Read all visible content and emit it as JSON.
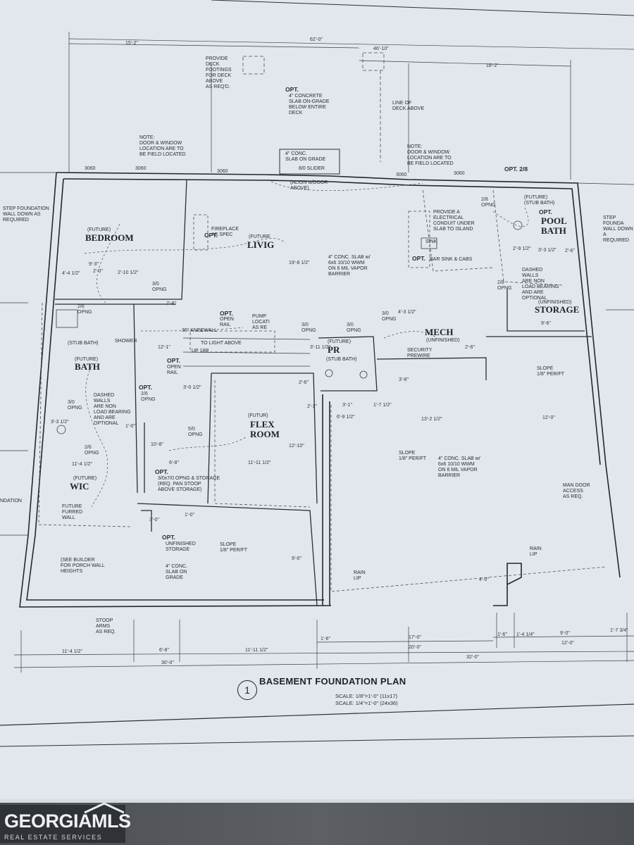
{
  "title": {
    "number": "1",
    "text": "BASEMENT FOUNDATION PLAN",
    "scale_lines": "SCALE: 1/8\"=1'-0\" (11x17)\nSCALE: 1/4\"=1'-0\" (24x36)"
  },
  "rooms": {
    "bedroom_future": "(FUTURE)",
    "bedroom": "BEDROOM",
    "living_future": "(FUTURE",
    "living": "LIVIG",
    "pool_future": "(FUTURE)\n(STUB BATH)",
    "pool_opt": "OPT.",
    "pool_bath": "POOL\nBATH",
    "storage_unf": "(UNFINISHED)",
    "storage": "STORAGE",
    "mech": "MECH",
    "mech_unf": "(UNFINISHED)",
    "bath_stub": "(STUB BATH)",
    "bath_future": "(FUTURE)",
    "bath": "BATH",
    "pr_future": "(FUTURE)",
    "pr": "PR",
    "pr_stub": "(STUB BATH)",
    "flex_future": "(FUTUR)",
    "flex": "FLEX\nROOM",
    "wic_future": "(FUTURE)",
    "wic": "WIC"
  },
  "notes": {
    "deck_footings": "PROVIDE\nDECK\nFOOTINGS\nFOR DECK\nABOVE\nAS REQ'D.",
    "slab_opt": "OPT.",
    "slab": "4\" CONCRETE\nSLAB ON-GRADE\nBELOW ENTIRE\nDECK",
    "line_deck": "LINE OF\nDECK ABOVE",
    "note_left": "NOTE:\nDOOR & WINDOW\nLOCATION ARE TO\nBE FIELD LOCATED",
    "note_right": "NOTE:\nDOOR & WINDOW\nLOCATION ARE TO\nBE FIELD LOCATED",
    "conc_grade": "4\" CONC.\nSLAB ON GRADE",
    "slider": "8/0 SLIDER",
    "align": "(ALIGN w/DOOR\nABOVE)",
    "conduit": "PROVIDE A\nELECTRICAL\nCONDUIT UNDER\nSLAB TO ISLAND",
    "sink": "SINK",
    "bar_opt": "OPT.",
    "bar": "BAR SINK & CABS",
    "slab_living": "4\" CONC. SLAB w/\n6x6 10/10 WWM\nON 6 MIL VAPOR\nBARRIER",
    "fireplace_opt": "OPT.",
    "fireplace": "FIREPLACE\nAS SPEC",
    "step_left": "STEP FOUNDATION\nWALL DOWN AS\nREQUIRED",
    "step_right": "STEP FOUNDA\nWALL DOWN A\nREQUIRED",
    "dashed_right": "DASHED\nWALLS\nARE NON\nLOAD BEARING\nAND ARE\nOPTIONAL",
    "dashed_left": "DASHED\nWALLS\nARE NON\nLOAD BEARING\nAND ARE\nOPTIONAL",
    "kneewall": "36\" KNEEWALL",
    "rail_opt": "OPT.",
    "rail": "OPEN\nRAIL",
    "rail2_opt": "OPT.",
    "rail2": "OPEN\nRAIL",
    "pump": "PUMP\nLOCATI\nAS RE",
    "to_light": "TO LIGHT ABOVE",
    "up18": "UP 18R",
    "shower": "SHOWER",
    "security": "SECURITY\nPREWIRE",
    "opt_26": "OPT.",
    "garage_slab": "4\" CONC. SLAB w/\n6x6 10/10 WWM\nON 6 MIL VAPOR\nBARRIER",
    "slope_garage": "SLOPE\n1/8\" PER/FT",
    "slope_right": "SLOPE\n1/8\" PER/FT",
    "slope_storage": "SLOPE\n1/8\" PER/FT",
    "opng_storage_opt": "OPT.",
    "opng_storage": "3/0x7/0 OPNG & STORAGE\n(REQ. PAN STOOP\nABOVE STORAGE)",
    "future_furred": "FUTURE\nFURRED\nWALL",
    "unf_storage_opt": "OPT.",
    "unf_storage": "UNFINISHED\nSTORAGE",
    "unf_slab": "4\" CONC.\nSLAB ON\nGRADE",
    "porch": "(SEE BUILDER\nFOR PORCH WALL\nHEIGHTS",
    "stoop": "STOOP\nARMS\nAS REQ.",
    "rain_lip1": "RAIN\nLIP",
    "rain_lip2": "RAIN\nLIP",
    "man_door": "MAN DOOR\nACCESS\nAS REQ.",
    "foundation": "NDATION"
  },
  "dims": {
    "d1": "15'-2\"",
    "d2": "62'-0\"",
    "d3": "46'-10\"",
    "d4": "18'-2\"",
    "d5": "3060",
    "d6": "3060",
    "d7": "3060",
    "d8": "3060",
    "d9": "3060",
    "d10": "OPT. 2/8",
    "d11": "4'-4 1/2\"",
    "d12": "9'-3\"",
    "d13": "2'-0\"",
    "d14": "2'-10 1/2\"",
    "d15": "3/0\nOPNG",
    "d16": "2/6\nOPNG",
    "d17": "2/8\nOPNG",
    "d18": "2/8\nOPNG",
    "d19": "3/0\nOPNG",
    "d20": "3/0\nOPNG",
    "d21": "3/0\nOPNG",
    "d22": "9'-6\"",
    "d23": "19'-8 1/2\"",
    "d24": "3'-0 1/2\"",
    "d25": "5/0\nOPNG",
    "d26": "6'-8\"",
    "d27": "11'-11 1/2\"",
    "d28": "11'-4 1/2\"",
    "d29": "3'-3 1/2\"",
    "d30": "3/0\nOPNG",
    "d31": "2/6\nOPNG",
    "d32": "1'-0\"",
    "d33": "6'-9 1/2\"",
    "d34": "3'-1\"",
    "d35": "1'-7 1/2\"",
    "d36": "13'-2 1/2\"",
    "d37": "12'-0\"",
    "d38": "2'-1\"",
    "d39": "12'-10\"",
    "d40": "9'-0\"",
    "d41": "3'-0\"",
    "d42": "10'-8\"",
    "d43": "11'-4 1/2\"",
    "d44": "6'-8\"",
    "d45": "11'-11 1/2\"",
    "d46": "1'-6\"",
    "d47": "17'-0\"",
    "d48": "20'-0\"",
    "d49": "1'-6\"",
    "d50": "1'-4 1/4\"",
    "d51": "9'-0\"",
    "d52": "12'-0\"",
    "d53": "30'-0\"",
    "d54": "32'-0\"",
    "d55": "1'-7 3/4\"",
    "d56": "4'-0\"",
    "d57": "3'-8\"",
    "d58": "2'-6\"",
    "d59": "2'-9 1/2\"",
    "d60": "3'-3 1/2\"",
    "d61": "2'-6\"",
    "d62": "7'-8\"",
    "d63": "1'-0\"",
    "d64": "3'-11 1/2\"",
    "d65": "12'-1\"",
    "d66": "3'-0\"",
    "d67": "4'-3 1/2\""
  },
  "logo": {
    "main": "GEORGIAMLS",
    "sub": "REAL ESTATE SERVICES"
  }
}
